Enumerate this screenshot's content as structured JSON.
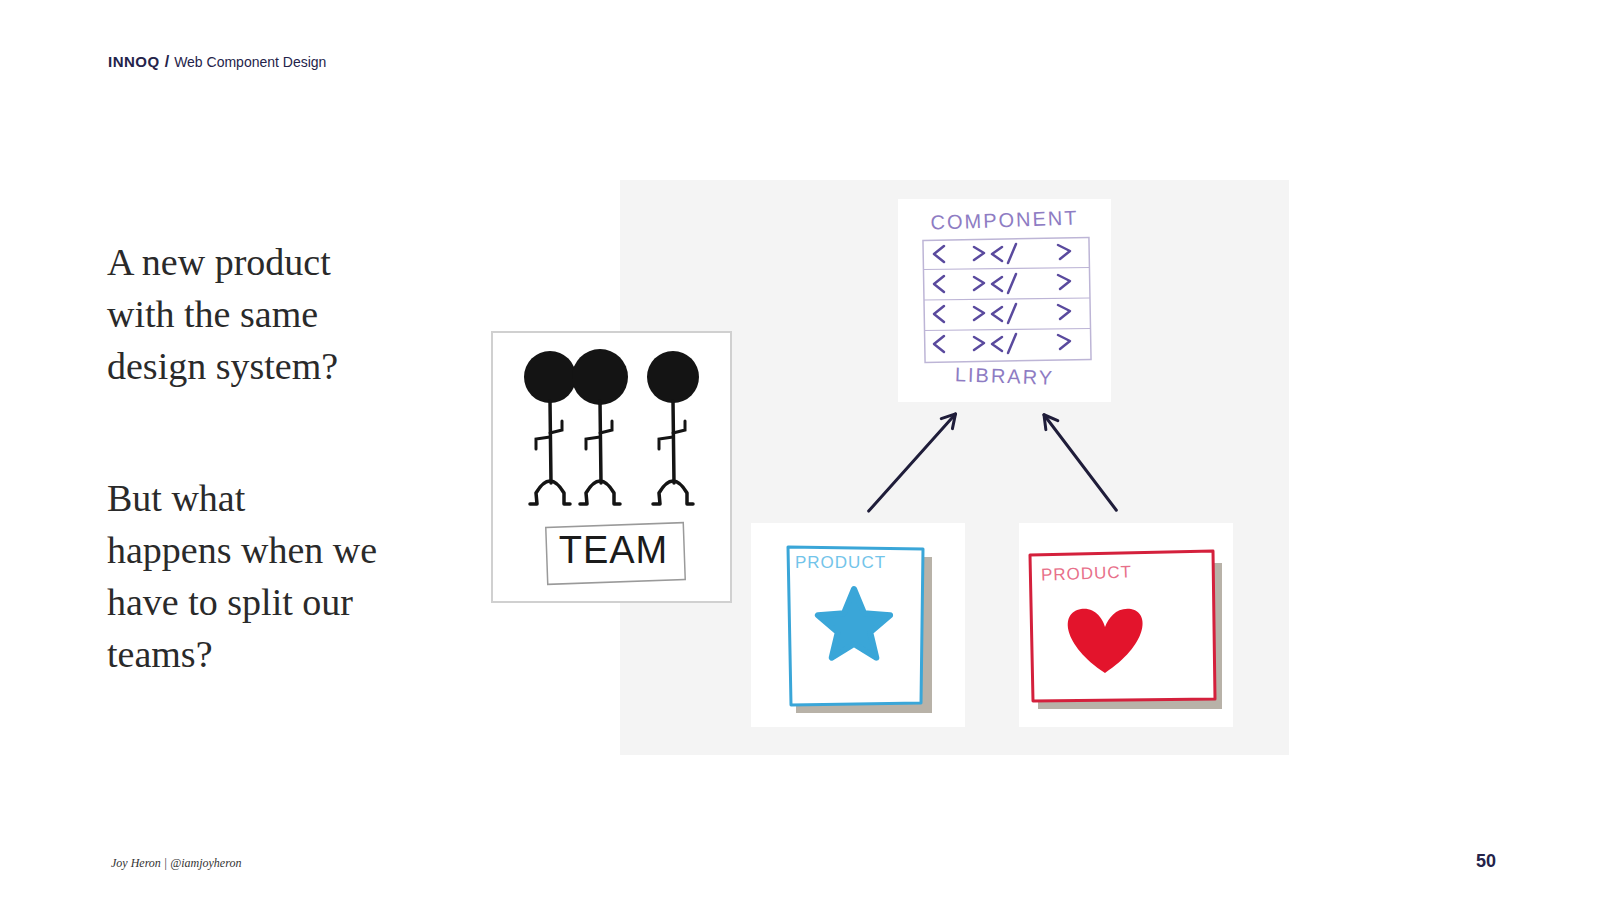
{
  "diagram": {
    "nodes": [
      {
        "text": [
          "TEAM"
        ]
      },
      {
        "text": [
          "COMPONENT",
          "LIBRARY"
        ]
      },
      {
        "text": [
          "PRODUCT"
        ]
      },
      {
        "text": [
          "PRODUCT"
        ]
      }
    ],
    "edges": [
      {
        "from": 2,
        "to": 1,
        "arrow": "to"
      },
      {
        "from": 3,
        "to": 1,
        "arrow": "to"
      }
    ],
    "labels": [
      "INNOQ",
      "/",
      "Web Component Design",
      "A new product with the same design system?",
      "But what happens when we have to split our teams?",
      "Joy Heron | @iamjoyheron",
      "50"
    ]
  }
}
